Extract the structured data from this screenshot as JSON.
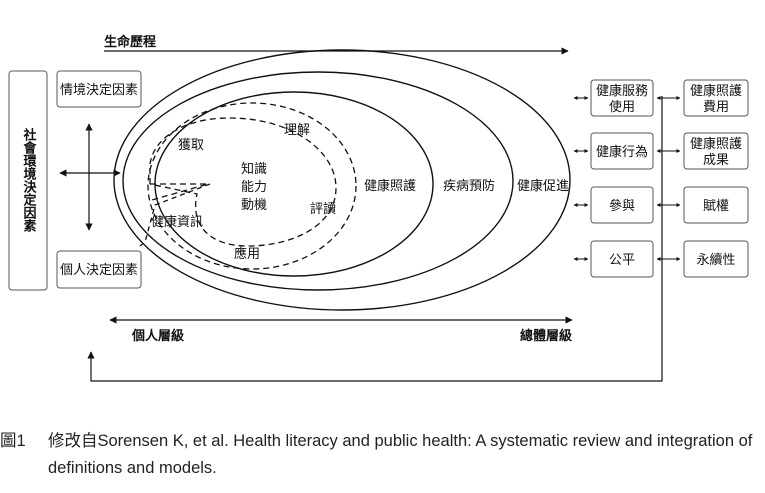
{
  "diagram": {
    "life_course": "生命歷程",
    "social_env_factors": "社會環境決定因素",
    "situational_factors": "情境決定因素",
    "personal_factors": "個人決定因素",
    "core": [
      "知識",
      "能力",
      "動機"
    ],
    "process": {
      "access": "獲取",
      "understand": "理解",
      "appraise": "評讀",
      "apply": "應用",
      "information": "健康資訊"
    },
    "domains": {
      "healthcare": "健康照護",
      "disease_prevention": "疾病預防",
      "health_promotion": "健康促進"
    },
    "individual_level": "個人層級",
    "population_level": "總體層級",
    "outcomes_left": [
      [
        "健康服務",
        "使用"
      ],
      [
        "健康行為"
      ],
      [
        "參與"
      ],
      [
        "公平"
      ]
    ],
    "outcomes_right": [
      [
        "健康照護",
        "費用"
      ],
      [
        "健康照護",
        "成果"
      ],
      [
        "賦權"
      ],
      [
        "永續性"
      ]
    ]
  },
  "caption": {
    "number": "圖1",
    "text": "修改自Sorensen K, et al. Health literacy and public health: A systematic review and integration of definitions and models."
  }
}
